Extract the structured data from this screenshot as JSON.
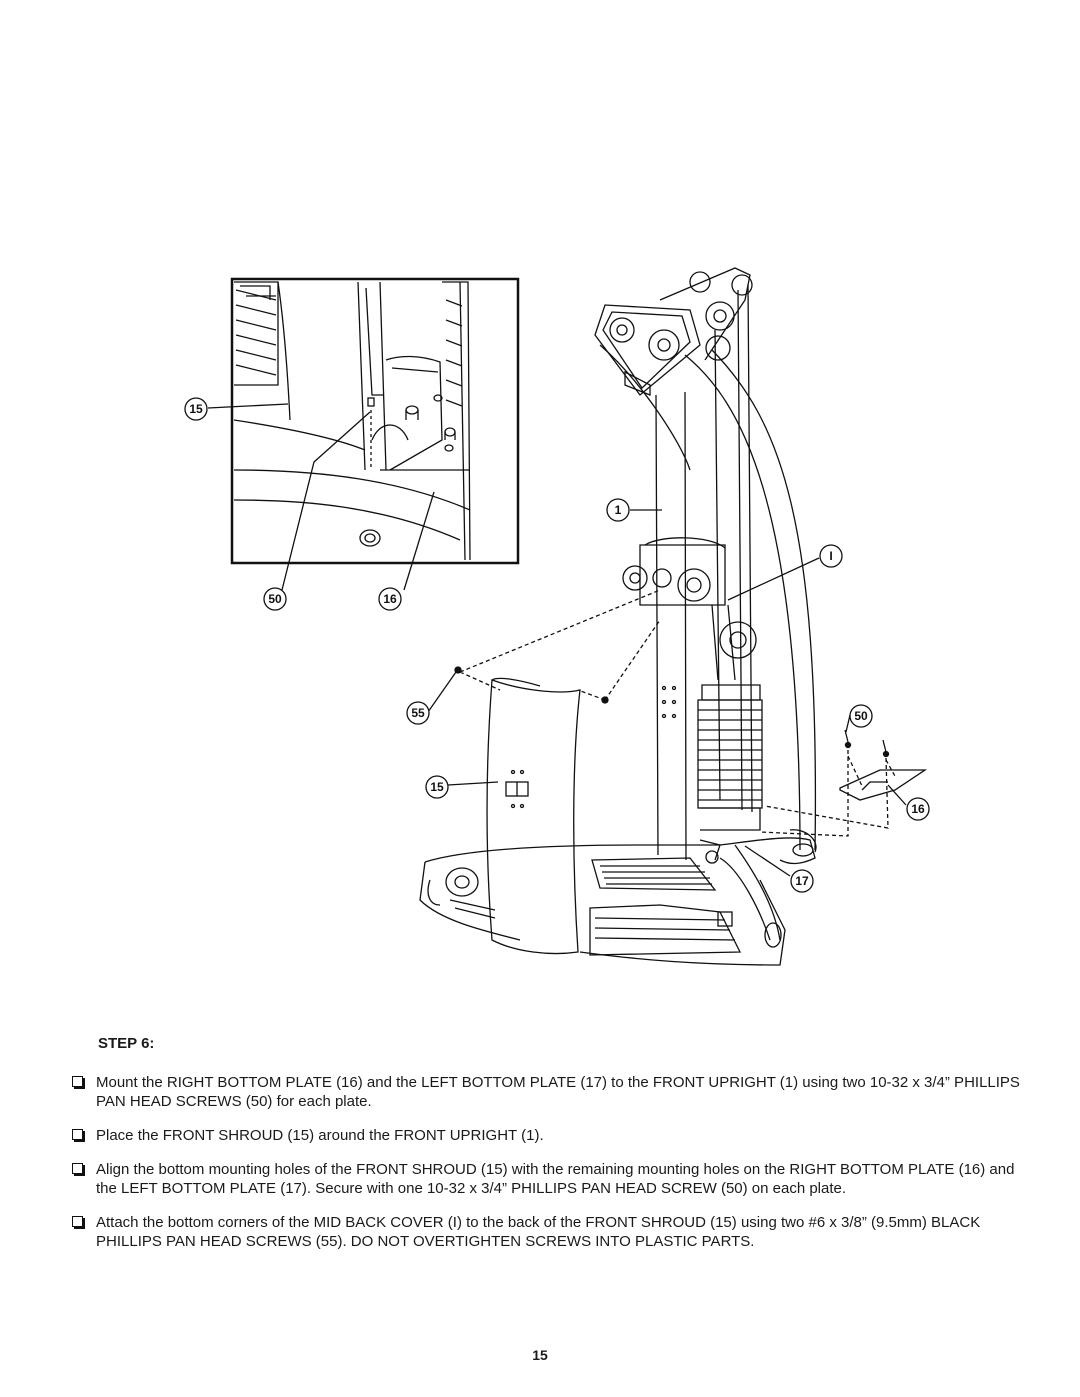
{
  "figure": {
    "inset_callouts": [
      "15",
      "50",
      "16"
    ],
    "main_callouts": [
      "1",
      "I",
      "55",
      "15",
      "50",
      "16",
      "17"
    ]
  },
  "step": {
    "title": "STEP 6:"
  },
  "instructions": [
    "Mount the RIGHT BOTTOM PLATE (16) and the LEFT BOTTOM PLATE (17) to the FRONT UPRIGHT (1) using two 10-32 x 3/4” PHILLIPS PAN HEAD SCREWS (50) for each plate.",
    "Place the FRONT SHROUD (15) around the FRONT UPRIGHT (1).",
    "Align the bottom mounting holes of the FRONT SHROUD (15) with the remaining mounting holes on the RIGHT BOTTOM PLATE (16) and the LEFT BOTTOM PLATE (17). Secure with one 10-32 x 3/4” PHILLIPS PAN HEAD SCREW (50) on each plate.",
    "Attach the bottom corners of the MID BACK COVER (I) to the back of the FRONT SHROUD (15) using two #6 x 3/8” (9.5mm) BLACK PHILLIPS PAN HEAD SCREWS (55). DO NOT OVERTIGHTEN SCREWS INTO PLASTIC PARTS."
  ],
  "page_number": "15"
}
